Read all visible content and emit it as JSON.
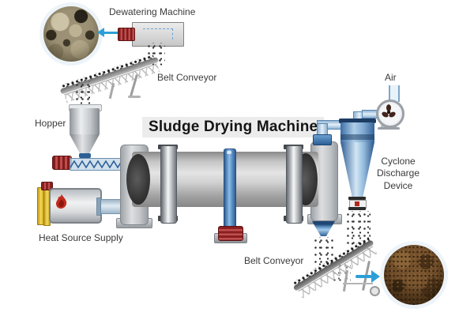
{
  "diagram": {
    "title": "Sludge Drying Machine",
    "labels": {
      "dewatering_machine": "Dewatering Machine",
      "belt_conveyor_top": "Belt Conveyor",
      "hopper": "Hopper",
      "heat_source_supply": "Heat Source Supply",
      "air": "Air",
      "cyclone_discharge_device": "Cyclone Discharge Device",
      "belt_conveyor_bottom": "Belt Conveyor"
    },
    "icons": {
      "flow_arrow_left": "left-arrow-icon",
      "flow_arrow_right": "right-arrow-icon",
      "fan": "fan-icon",
      "flame": "flame-icon"
    },
    "colors": {
      "flow_arrow_blue": "#2d9fd8",
      "cyclone_blue": "#3c6ea6",
      "pipe_blue": "#8fb2d2",
      "motor_red": "#9b2c2c",
      "heat_yellow": "#e8c93e",
      "machine_gray": "#c9ccd0",
      "wet_sludge_khaki": "#9a8f72",
      "dried_sludge_brown": "#6b4a28"
    }
  }
}
